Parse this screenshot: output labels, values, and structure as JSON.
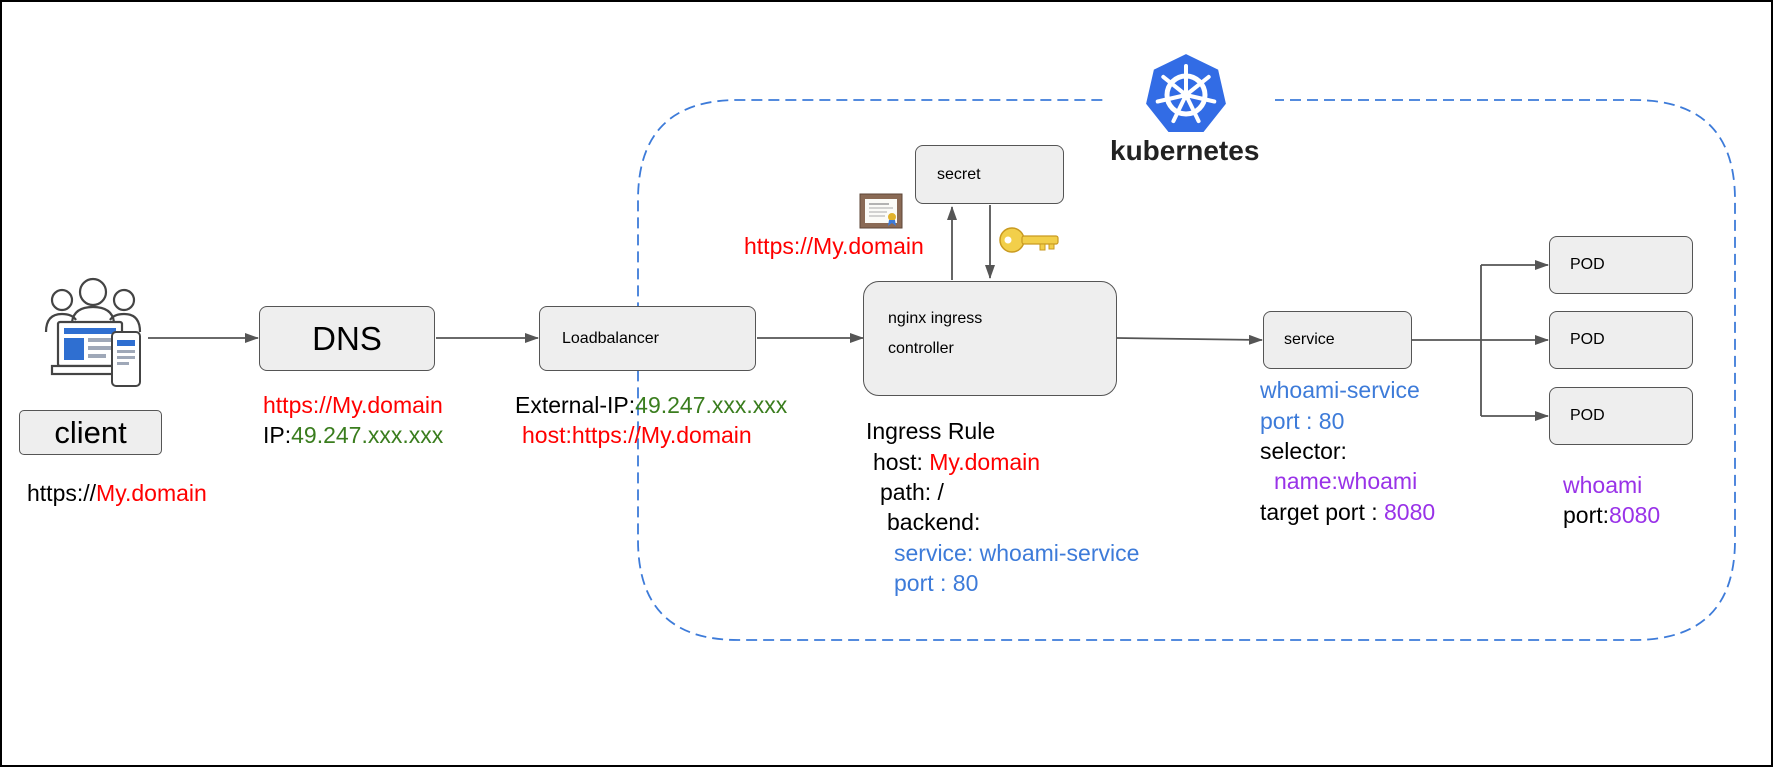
{
  "client": {
    "label": "client",
    "url_prefix": "https://",
    "url_domain": "My.domain"
  },
  "dns": {
    "label": "DNS",
    "domain": "https://My.domain",
    "ip_prefix": "IP:",
    "ip_value": "49.247.xxx.xxx"
  },
  "loadbalancer": {
    "label": "Loadbalancer",
    "external_ip_prefix": "External-IP:",
    "external_ip_value": "49.247.xxx.xxx",
    "host_prefix": "host:",
    "host_value": "https://My.domain"
  },
  "cluster": {
    "logo_text": "kubernetes"
  },
  "secret": {
    "label": "secret",
    "domain": "https://My.domain",
    "certificate_icon": "certificate-icon",
    "key_icon": "key-icon"
  },
  "ingress": {
    "label_line1": "nginx ingress",
    "label_line2": "controller",
    "rule": {
      "title": "Ingress Rule",
      "host_label": "host:",
      "host_value": "My.domain",
      "path": "path: /",
      "backend_label": "backend:",
      "service": "service: whoami-service",
      "port": "port : 80"
    }
  },
  "service": {
    "label": "service",
    "name": "whoami-service",
    "port": "port : 80",
    "selector_label": "selector:",
    "selector_value": "name:whoami",
    "target_port_label": "target port :",
    "target_port_value": "8080"
  },
  "pods": {
    "items": [
      {
        "label": "POD"
      },
      {
        "label": "POD"
      },
      {
        "label": "POD"
      }
    ],
    "app_name": "whoami",
    "port_label": "port:",
    "port_value": "8080"
  },
  "colors": {
    "url": "#ff0000",
    "ip": "#3a7d1e",
    "k8s_resource": "#3d7bd9",
    "app": "#9932e8",
    "k8s_logo": "#326ce5",
    "cluster_border": "#3d7bd9"
  }
}
